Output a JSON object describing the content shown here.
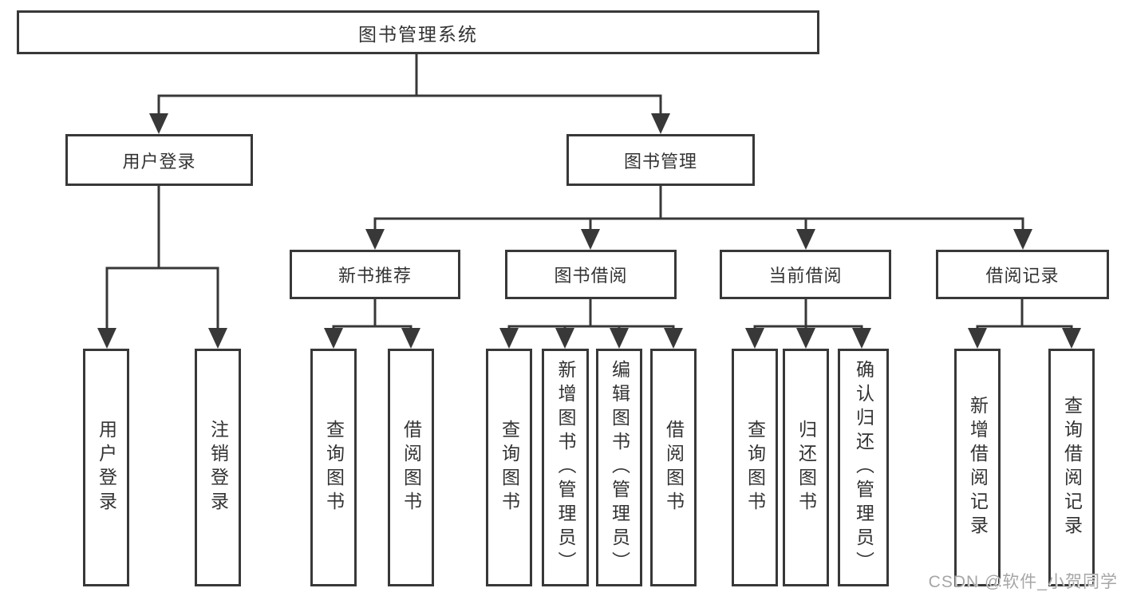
{
  "diagram": {
    "root": {
      "label": "图书管理系统"
    },
    "branches": [
      {
        "label": "用户登录",
        "children": [
          {
            "label": "用户登录"
          },
          {
            "label": "注销登录"
          }
        ]
      },
      {
        "label": "图书管理",
        "children": [
          {
            "label": "新书推荐",
            "children": [
              {
                "label": "查询图书"
              },
              {
                "label": "借阅图书"
              }
            ]
          },
          {
            "label": "图书借阅",
            "children": [
              {
                "label": "查询图书"
              },
              {
                "label": "新增图书（管理员）"
              },
              {
                "label": "编辑图书（管理员）"
              },
              {
                "label": "借阅图书"
              }
            ]
          },
          {
            "label": "当前借阅",
            "children": [
              {
                "label": "查询图书"
              },
              {
                "label": "归还图书"
              },
              {
                "label": "确认归还（管理员）"
              }
            ]
          },
          {
            "label": "借阅记录",
            "children": [
              {
                "label": "新增借阅记录"
              },
              {
                "label": "查询借阅记录"
              }
            ]
          }
        ]
      }
    ]
  },
  "watermark": "CSDN @软件_小贺同学",
  "colors": {
    "line": "#383838",
    "text": "#333333",
    "background": "#ffffff",
    "watermark": "#a6a6a6"
  }
}
